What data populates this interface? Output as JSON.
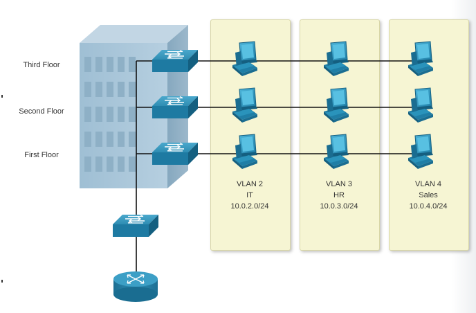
{
  "floors": [
    {
      "label": "Third Floor"
    },
    {
      "label": "Second Floor"
    },
    {
      "label": "First Floor"
    }
  ],
  "vlans": [
    {
      "name": "VLAN 2",
      "dept": "IT",
      "subnet": "10.0.2.0/24"
    },
    {
      "name": "VLAN 3",
      "dept": "HR",
      "subnet": "10.0.3.0/24"
    },
    {
      "name": "VLAN 4",
      "dept": "Sales",
      "subnet": "10.0.4.0/24"
    }
  ],
  "colors": {
    "vlan_panel": "#f6f5d3",
    "building": "#a9c6da",
    "device": "#2a87ad",
    "link": "#111111"
  }
}
